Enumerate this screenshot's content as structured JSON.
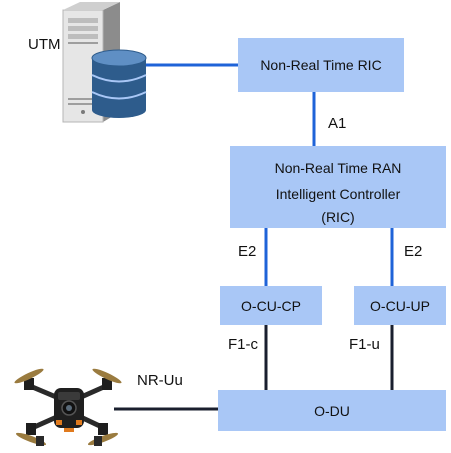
{
  "colors": {
    "box_fill": "#A9C7F6",
    "blue_link": "#1F63D8",
    "dark_link": "#1A1F2E"
  },
  "icons": {
    "server": "server-database-icon",
    "drone": "drone-icon"
  },
  "labels": {
    "utm": "UTM",
    "a1": "A1",
    "e2_left": "E2",
    "e2_right": "E2",
    "f1c": "F1-c",
    "f1u": "F1-u",
    "nr_uu": "NR-Uu"
  },
  "boxes": {
    "non_rt_ric": "Non-Real Time RIC",
    "ric_line1": "Non-Real Time RAN",
    "ric_line2": "Intelligent Controller",
    "ric_line3": "(RIC)",
    "ocu_cp": "O-CU-CP",
    "ocu_up": "O-CU-UP",
    "odu": "O-DU"
  }
}
